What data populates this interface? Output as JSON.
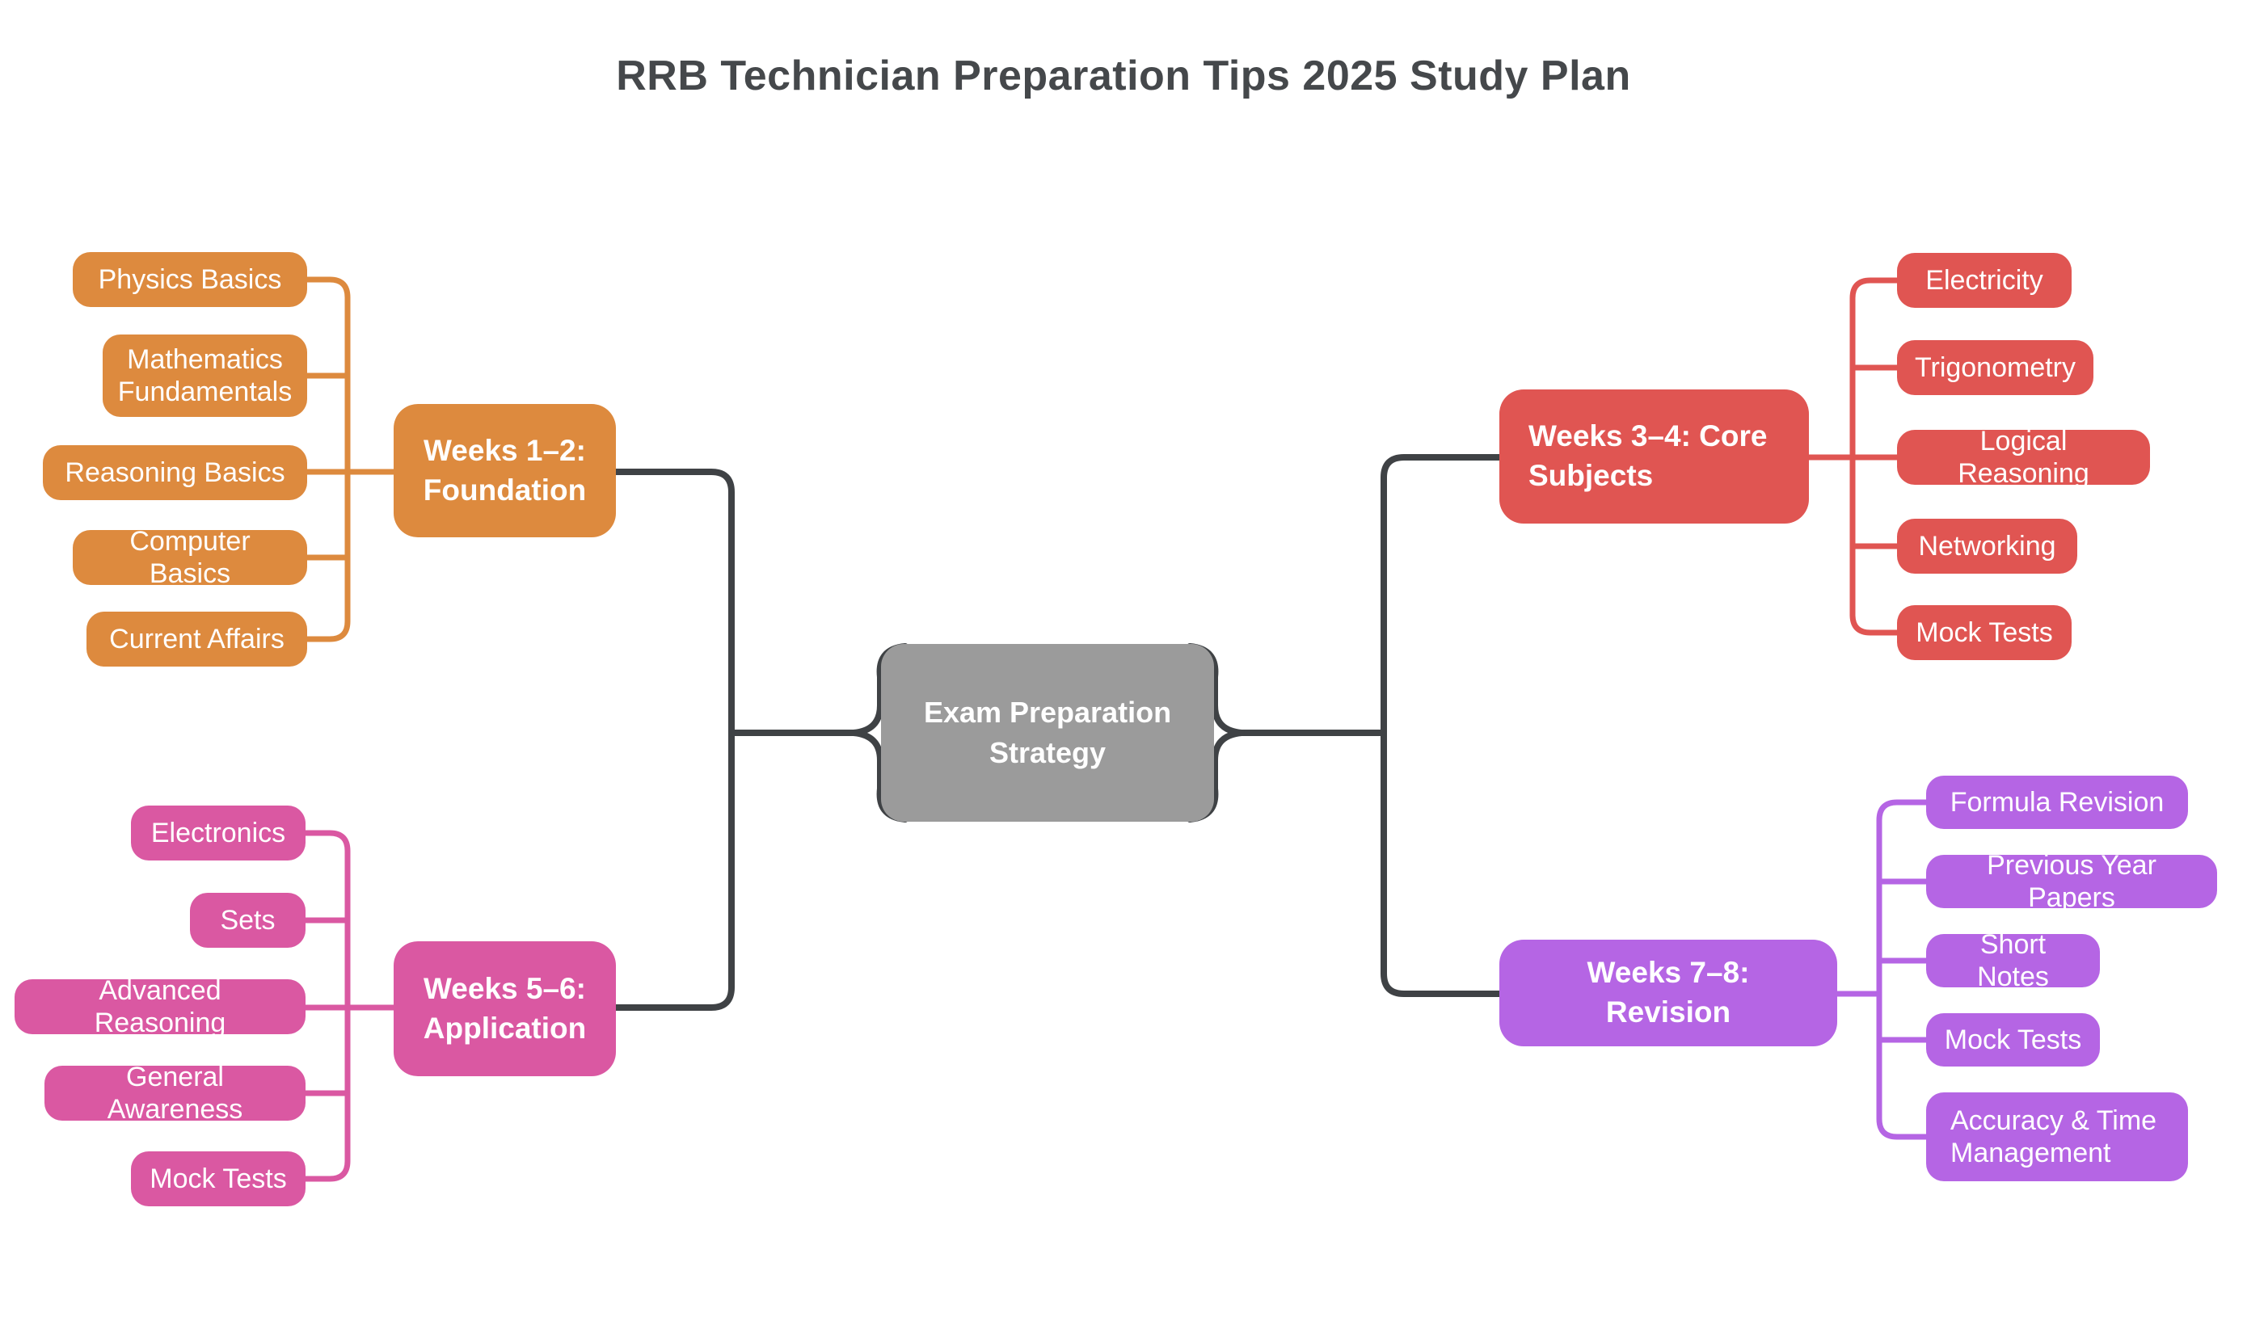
{
  "title": "RRB Technician Preparation Tips 2025 Study Plan",
  "center": {
    "label": "Exam Preparation Strategy"
  },
  "branches": [
    {
      "label": "Weeks 1–2: Foundation",
      "color": "#DD8A3E",
      "children": [
        "Physics Basics",
        "Mathematics Fundamentals",
        "Reasoning Basics",
        "Computer Basics",
        "Current Affairs"
      ]
    },
    {
      "label": "Weeks 3–4: Core Subjects",
      "color": "#E05552",
      "children": [
        "Electricity",
        "Trigonometry",
        "Logical Reasoning",
        "Networking",
        "Mock Tests"
      ]
    },
    {
      "label": "Weeks 5–6: Application",
      "color": "#DA58A2",
      "children": [
        "Electronics",
        "Sets",
        "Advanced Reasoning",
        "General Awareness",
        "Mock Tests"
      ]
    },
    {
      "label": "Weeks 7–8: Revision",
      "color": "#B565E4",
      "children": [
        "Formula Revision",
        "Previous Year Papers",
        "Short Notes",
        "Mock Tests",
        "Accuracy & Time Management"
      ]
    }
  ],
  "colors": {
    "background": "#FFFFFF",
    "connector": "#3F4245",
    "title_text": "#45484B",
    "center_fill": "#9B9B9B",
    "node_text": "#FFFFFF"
  }
}
